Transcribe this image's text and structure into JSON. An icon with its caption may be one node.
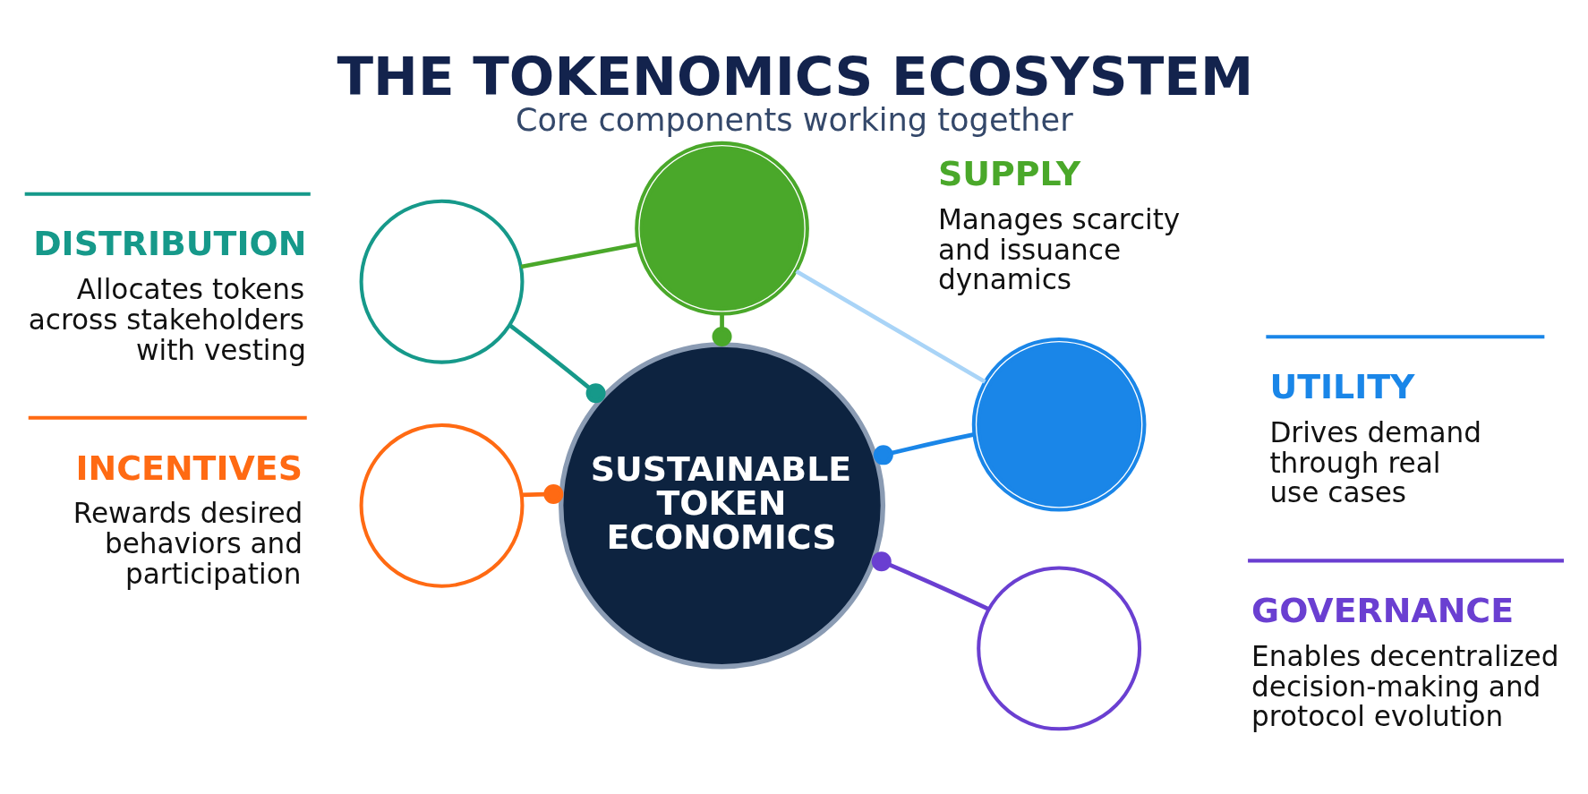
{
  "diagram": {
    "title": "THE TOKENOMICS ECOSYSTEM",
    "caption": "Core components working together",
    "nodes": [
      {
        "text": [],
        "shape": "circle",
        "beside": [
          "SUPPLY",
          "Manages scarcity and issuance dynamics"
        ]
      },
      {
        "text": [],
        "shape": "circle",
        "beside": [
          "DISTRIBUTION",
          "Allocates tokens across stakeholders with vesting"
        ]
      },
      {
        "text": [
          "SUSTAINABLE TOKEN ECONOMICS"
        ]
      },
      {
        "text": [],
        "shape": "circle",
        "beside": [
          "UTILITY",
          "Drives demand through real use cases"
        ]
      },
      {
        "text": [],
        "shape": "circle",
        "beside": [
          "INCENTIVES",
          "Rewards desired behaviors and participation"
        ]
      },
      {
        "text": [],
        "shape": "circle",
        "beside": [
          "GOVERNANCE",
          "Enables decentralized decision-making and protocol evolution"
        ]
      }
    ],
    "edges": [
      {
        "from": 0,
        "to": 2,
        "arrow": "other",
        "color": "#4aa82a"
      },
      {
        "from": 1,
        "to": 2,
        "arrow": "other",
        "color": "#16998a"
      },
      {
        "from": 3,
        "to": 2,
        "arrow": "other",
        "color": "#1a86e8"
      },
      {
        "from": 4,
        "to": 2,
        "arrow": "other",
        "color": "#ff6a13"
      },
      {
        "from": 5,
        "to": 2,
        "arrow": "other",
        "color": "#6a3fd1"
      },
      {
        "from": 1,
        "to": 0,
        "arrow": "none",
        "color": "#4aa82a"
      },
      {
        "from": 0,
        "to": 3,
        "arrow": "none",
        "color": "#a9d4f7"
      }
    ]
  }
}
